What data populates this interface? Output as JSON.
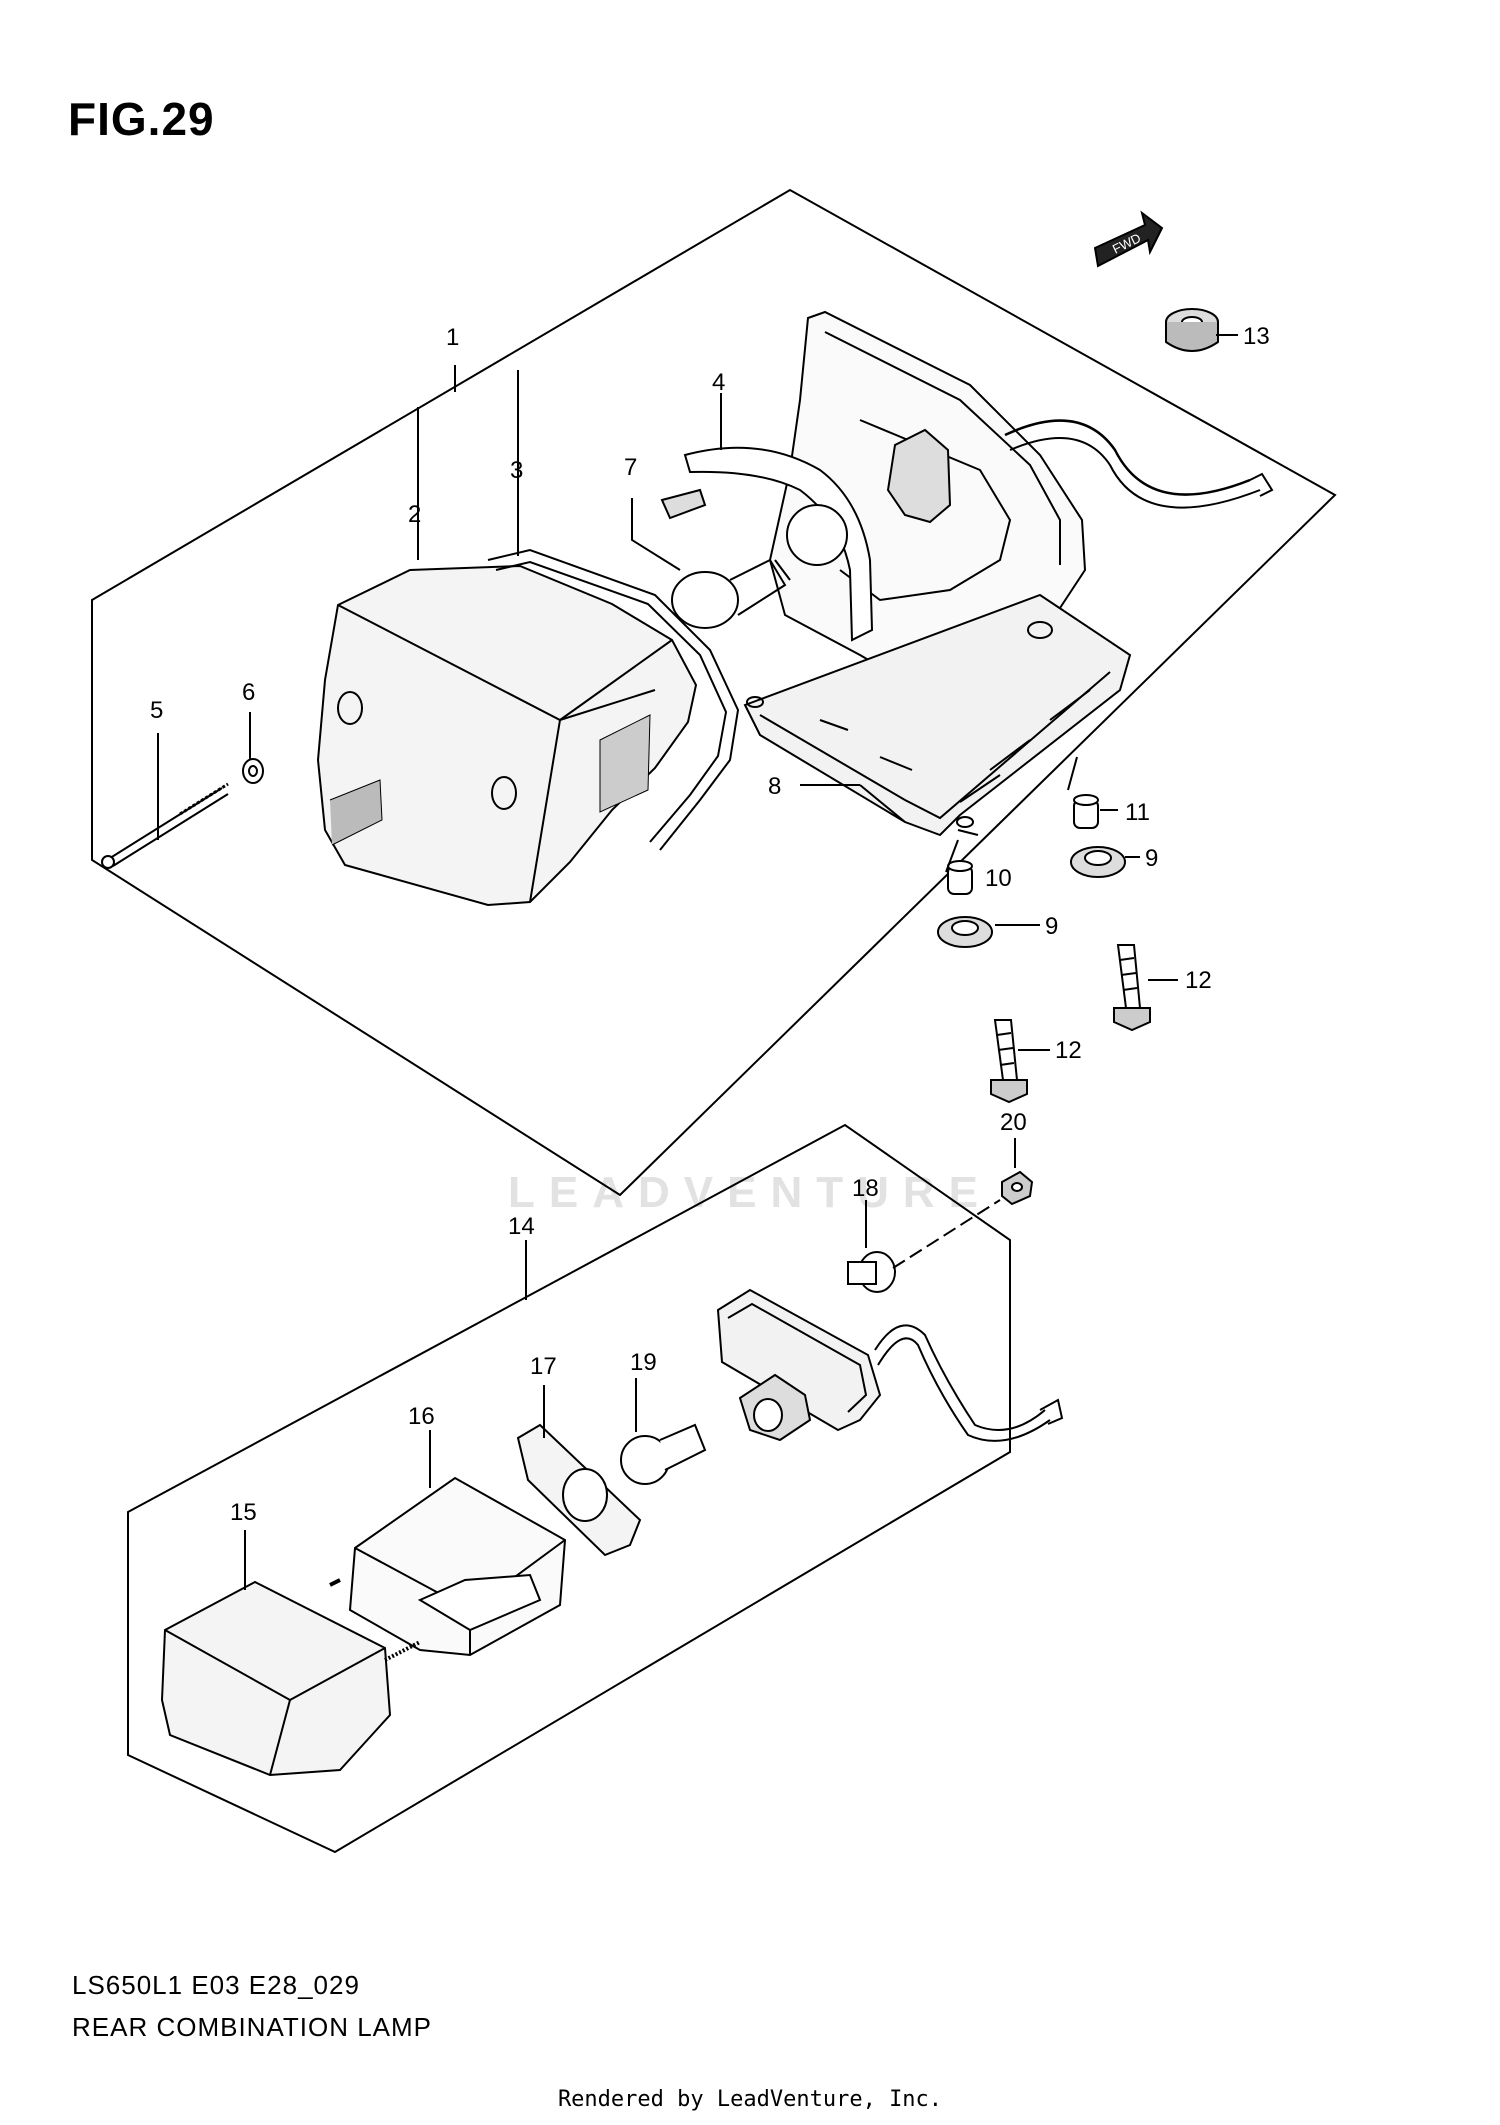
{
  "figure": {
    "title": "FIG.29",
    "model_code": "LS650L1 E03 E28_029",
    "assembly_name": "REAR COMBINATION LAMP",
    "direction_label": "FWD",
    "watermark": "LEADVENTURE",
    "rendered_by": "Rendered by LeadVenture, Inc."
  },
  "callouts": [
    {
      "id": "c1",
      "label": "1"
    },
    {
      "id": "c2",
      "label": "2"
    },
    {
      "id": "c3",
      "label": "3"
    },
    {
      "id": "c4",
      "label": "4"
    },
    {
      "id": "c5",
      "label": "5"
    },
    {
      "id": "c6",
      "label": "6"
    },
    {
      "id": "c7",
      "label": "7"
    },
    {
      "id": "c8",
      "label": "8"
    },
    {
      "id": "c9a",
      "label": "9"
    },
    {
      "id": "c9b",
      "label": "9"
    },
    {
      "id": "c10",
      "label": "10"
    },
    {
      "id": "c11",
      "label": "11"
    },
    {
      "id": "c12a",
      "label": "12"
    },
    {
      "id": "c12b",
      "label": "12"
    },
    {
      "id": "c13",
      "label": "13"
    },
    {
      "id": "c14",
      "label": "14"
    },
    {
      "id": "c15",
      "label": "15"
    },
    {
      "id": "c16",
      "label": "16"
    },
    {
      "id": "c17",
      "label": "17"
    },
    {
      "id": "c18",
      "label": "18"
    },
    {
      "id": "c19",
      "label": "19"
    },
    {
      "id": "c20",
      "label": "20"
    }
  ]
}
